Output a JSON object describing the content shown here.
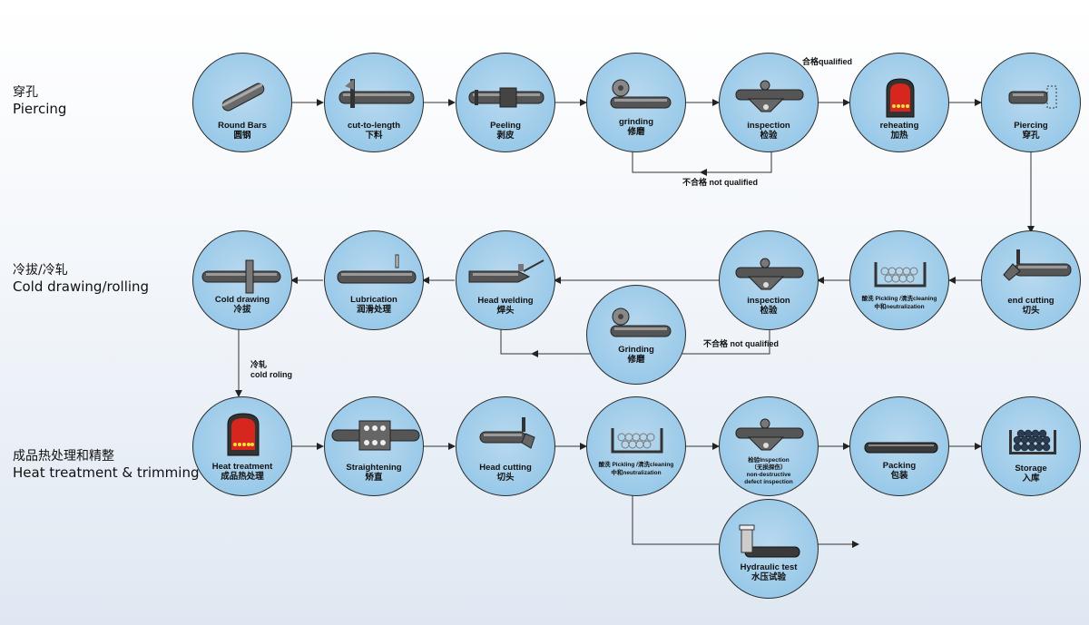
{
  "sections": {
    "piercing": {
      "zh": "穿孔",
      "en": "Piercing"
    },
    "cold": {
      "zh": "冷拔/冷轧",
      "en": "Cold drawing/rolling"
    },
    "heat": {
      "zh": "成品热处理和精整",
      "en": "Heat treatment & trimming"
    }
  },
  "stages": {
    "round_bars": {
      "en": "Round Bars",
      "zh": "圆钢"
    },
    "cut_to_length": {
      "en": "cut-to-length",
      "zh": "下料"
    },
    "peeling": {
      "en": "Peeling",
      "zh": "剥皮"
    },
    "grinding1": {
      "en": "grinding",
      "zh": "修磨"
    },
    "inspection1": {
      "en": "inspection",
      "zh": "检验"
    },
    "reheating": {
      "en": "reheating",
      "zh": "加热"
    },
    "piercing": {
      "en": "Piercing",
      "zh": "穿孔"
    },
    "end_cutting": {
      "en": "end cutting",
      "zh": "切头"
    },
    "pickling1": {
      "line1": "酸洗 Pickling /清洗cleaning",
      "line2": "中和neutralization"
    },
    "inspection2": {
      "en": "inspection",
      "zh": "检验"
    },
    "head_welding": {
      "en": "Head welding",
      "zh": "焊头"
    },
    "lubrication": {
      "en": "Lubrication",
      "zh": "润滑处理"
    },
    "cold_drawing": {
      "en": "Cold drawing",
      "zh": "冷拔"
    },
    "grinding2": {
      "en": "Grinding",
      "zh": "修磨"
    },
    "heat_treatment": {
      "en": "Heat treatment",
      "zh": "成品热处理"
    },
    "straightening": {
      "en": "Straightening",
      "zh": "矫直"
    },
    "head_cutting": {
      "en": "Head cutting",
      "zh": "切头"
    },
    "pickling2": {
      "line1": "酸洗 Pickling /清洗cleaning",
      "line2": "中和neutralization"
    },
    "ndt": {
      "line1": "检验Inspection",
      "line2": "（无损探伤）",
      "line3": "non-destructive",
      "line4": "defect inspection"
    },
    "packing": {
      "en": "Packing",
      "zh": "包装"
    },
    "storage": {
      "en": "Storage",
      "zh": "入库"
    },
    "hydraulic": {
      "en": "Hydraulic test",
      "zh": "水压试验"
    }
  },
  "annotations": {
    "qualified": "合格qualified",
    "not_qualified_1": "不合格 not qualified",
    "not_qualified_2": "不合格 not qualified",
    "cold_rolling_zh": "冷轧",
    "cold_rolling_en": "cold roling"
  },
  "colors": {
    "circle_fill": "#8cc3e6",
    "steel": "#555555",
    "furnace_red": "#d7261e",
    "line": "#333333"
  }
}
